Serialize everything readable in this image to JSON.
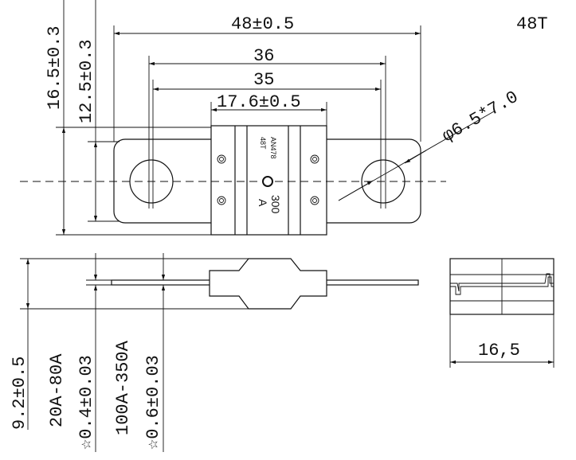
{
  "title": "48T",
  "dimensions": {
    "overall_length": "48±0.5",
    "hole_spacing_outer": "36",
    "hole_spacing_inner": "35",
    "body_width": "17.6±0.5",
    "hole_size": "φ6.5*7.0",
    "tab_height": "16.5±0.3",
    "tab_inner_height": "12.5±0.3",
    "body_thickness": "9.2±0.5",
    "end_view_width": "16,5"
  },
  "thickness_notes": [
    {
      "range": "20A-80A",
      "value": "☆0.4±0.03"
    },
    {
      "range": "100A-350A",
      "value": "☆0.6±0.03"
    }
  ],
  "body_label": {
    "model": "AN478",
    "series": "48T",
    "rating": "300",
    "unit": "A"
  }
}
